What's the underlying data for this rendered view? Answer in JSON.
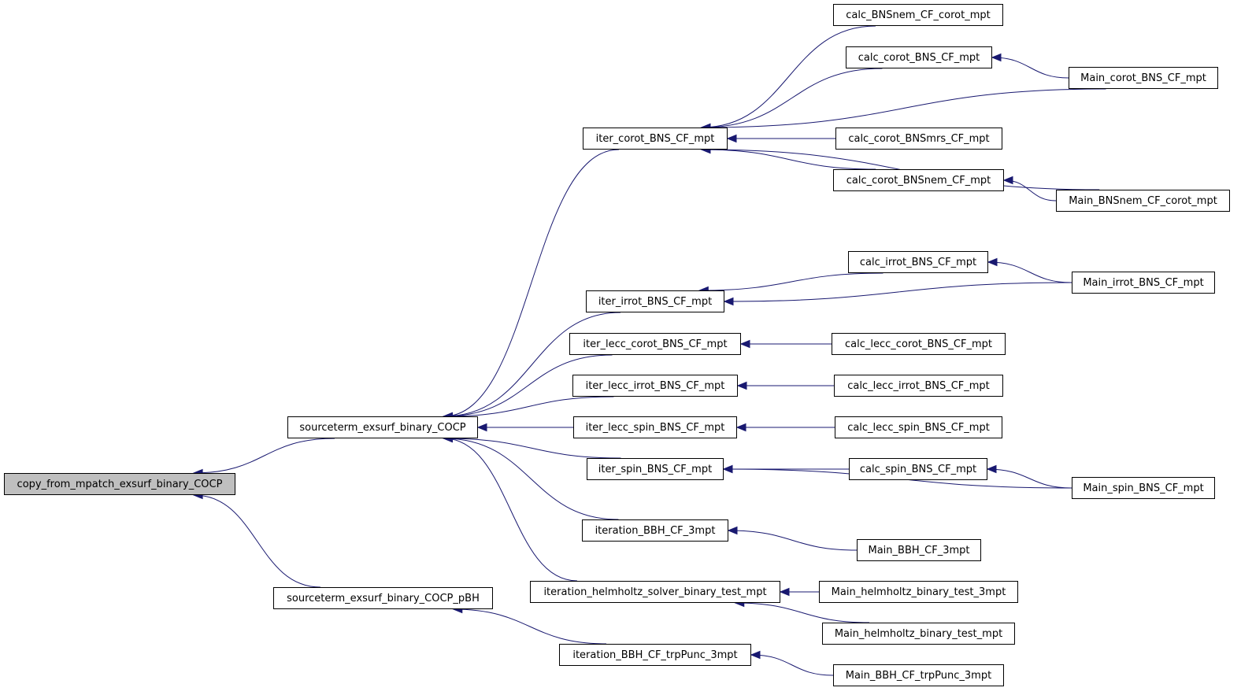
{
  "graph": {
    "edge_color": "#191970",
    "root_fill": "#bfbfbf",
    "nodes": {
      "copy_from_mpatch_exsurf_binary_COCP": "copy_from_mpatch_exsurf_binary_COCP",
      "sourceterm_exsurf_binary_COCP": "sourceterm_exsurf_binary_COCP",
      "sourceterm_exsurf_binary_COCP_pBH": "sourceterm_exsurf_binary_COCP_pBH",
      "iter_corot_BNS_CF_mpt": "iter_corot_BNS_CF_mpt",
      "iter_irrot_BNS_CF_mpt": "iter_irrot_BNS_CF_mpt",
      "iter_lecc_corot_BNS_CF_mpt": "iter_lecc_corot_BNS_CF_mpt",
      "iter_lecc_irrot_BNS_CF_mpt": "iter_lecc_irrot_BNS_CF_mpt",
      "iter_lecc_spin_BNS_CF_mpt": "iter_lecc_spin_BNS_CF_mpt",
      "iter_spin_BNS_CF_mpt": "iter_spin_BNS_CF_mpt",
      "iteration_BBH_CF_3mpt": "iteration_BBH_CF_3mpt",
      "iteration_helmholtz_solver_binary_test_mpt": "iteration_helmholtz_solver_binary_test_mpt",
      "iteration_BBH_CF_trpPunc_3mpt": "iteration_BBH_CF_trpPunc_3mpt",
      "calc_BNSnem_CF_corot_mpt": "calc_BNSnem_CF_corot_mpt",
      "calc_corot_BNS_CF_mpt": "calc_corot_BNS_CF_mpt",
      "calc_corot_BNSmrs_CF_mpt": "calc_corot_BNSmrs_CF_mpt",
      "calc_corot_BNSnem_CF_mpt": "calc_corot_BNSnem_CF_mpt",
      "calc_irrot_BNS_CF_mpt": "calc_irrot_BNS_CF_mpt",
      "calc_lecc_corot_BNS_CF_mpt": "calc_lecc_corot_BNS_CF_mpt",
      "calc_lecc_irrot_BNS_CF_mpt": "calc_lecc_irrot_BNS_CF_mpt",
      "calc_lecc_spin_BNS_CF_mpt": "calc_lecc_spin_BNS_CF_mpt",
      "calc_spin_BNS_CF_mpt": "calc_spin_BNS_CF_mpt",
      "Main_BBH_CF_3mpt": "Main_BBH_CF_3mpt",
      "Main_helmholtz_binary_test_3mpt": "Main_helmholtz_binary_test_3mpt",
      "Main_helmholtz_binary_test_mpt": "Main_helmholtz_binary_test_mpt",
      "Main_BBH_CF_trpPunc_3mpt": "Main_BBH_CF_trpPunc_3mpt",
      "Main_corot_BNS_CF_mpt": "Main_corot_BNS_CF_mpt",
      "Main_BNSnem_CF_corot_mpt": "Main_BNSnem_CF_corot_mpt",
      "Main_irrot_BNS_CF_mpt": "Main_irrot_BNS_CF_mpt",
      "Main_spin_BNS_CF_mpt": "Main_spin_BNS_CF_mpt"
    },
    "edges": [
      [
        "copy_from_mpatch_exsurf_binary_COCP",
        "sourceterm_exsurf_binary_COCP"
      ],
      [
        "copy_from_mpatch_exsurf_binary_COCP",
        "sourceterm_exsurf_binary_COCP_pBH"
      ],
      [
        "sourceterm_exsurf_binary_COCP",
        "iter_corot_BNS_CF_mpt"
      ],
      [
        "sourceterm_exsurf_binary_COCP",
        "iter_irrot_BNS_CF_mpt"
      ],
      [
        "sourceterm_exsurf_binary_COCP",
        "iter_lecc_corot_BNS_CF_mpt"
      ],
      [
        "sourceterm_exsurf_binary_COCP",
        "iter_lecc_irrot_BNS_CF_mpt"
      ],
      [
        "sourceterm_exsurf_binary_COCP",
        "iter_lecc_spin_BNS_CF_mpt"
      ],
      [
        "sourceterm_exsurf_binary_COCP",
        "iter_spin_BNS_CF_mpt"
      ],
      [
        "sourceterm_exsurf_binary_COCP",
        "iteration_BBH_CF_3mpt"
      ],
      [
        "sourceterm_exsurf_binary_COCP",
        "iteration_helmholtz_solver_binary_test_mpt"
      ],
      [
        "sourceterm_exsurf_binary_COCP_pBH",
        "iteration_BBH_CF_trpPunc_3mpt"
      ],
      [
        "iter_corot_BNS_CF_mpt",
        "calc_BNSnem_CF_corot_mpt"
      ],
      [
        "iter_corot_BNS_CF_mpt",
        "calc_corot_BNS_CF_mpt"
      ],
      [
        "iter_corot_BNS_CF_mpt",
        "Main_corot_BNS_CF_mpt"
      ],
      [
        "iter_corot_BNS_CF_mpt",
        "calc_corot_BNSmrs_CF_mpt"
      ],
      [
        "iter_corot_BNS_CF_mpt",
        "calc_corot_BNSnem_CF_mpt"
      ],
      [
        "iter_corot_BNS_CF_mpt",
        "Main_BNSnem_CF_corot_mpt"
      ],
      [
        "calc_corot_BNS_CF_mpt",
        "Main_corot_BNS_CF_mpt"
      ],
      [
        "calc_corot_BNSnem_CF_mpt",
        "Main_BNSnem_CF_corot_mpt"
      ],
      [
        "iter_irrot_BNS_CF_mpt",
        "calc_irrot_BNS_CF_mpt"
      ],
      [
        "iter_irrot_BNS_CF_mpt",
        "Main_irrot_BNS_CF_mpt"
      ],
      [
        "calc_irrot_BNS_CF_mpt",
        "Main_irrot_BNS_CF_mpt"
      ],
      [
        "iter_lecc_corot_BNS_CF_mpt",
        "calc_lecc_corot_BNS_CF_mpt"
      ],
      [
        "iter_lecc_irrot_BNS_CF_mpt",
        "calc_lecc_irrot_BNS_CF_mpt"
      ],
      [
        "iter_lecc_spin_BNS_CF_mpt",
        "calc_lecc_spin_BNS_CF_mpt"
      ],
      [
        "iter_spin_BNS_CF_mpt",
        "calc_spin_BNS_CF_mpt"
      ],
      [
        "iter_spin_BNS_CF_mpt",
        "Main_spin_BNS_CF_mpt"
      ],
      [
        "calc_spin_BNS_CF_mpt",
        "Main_spin_BNS_CF_mpt"
      ],
      [
        "iteration_BBH_CF_3mpt",
        "Main_BBH_CF_3mpt"
      ],
      [
        "iteration_helmholtz_solver_binary_test_mpt",
        "Main_helmholtz_binary_test_3mpt"
      ],
      [
        "iteration_helmholtz_solver_binary_test_mpt",
        "Main_helmholtz_binary_test_mpt"
      ],
      [
        "iteration_BBH_CF_trpPunc_3mpt",
        "Main_BBH_CF_trpPunc_3mpt"
      ]
    ]
  }
}
